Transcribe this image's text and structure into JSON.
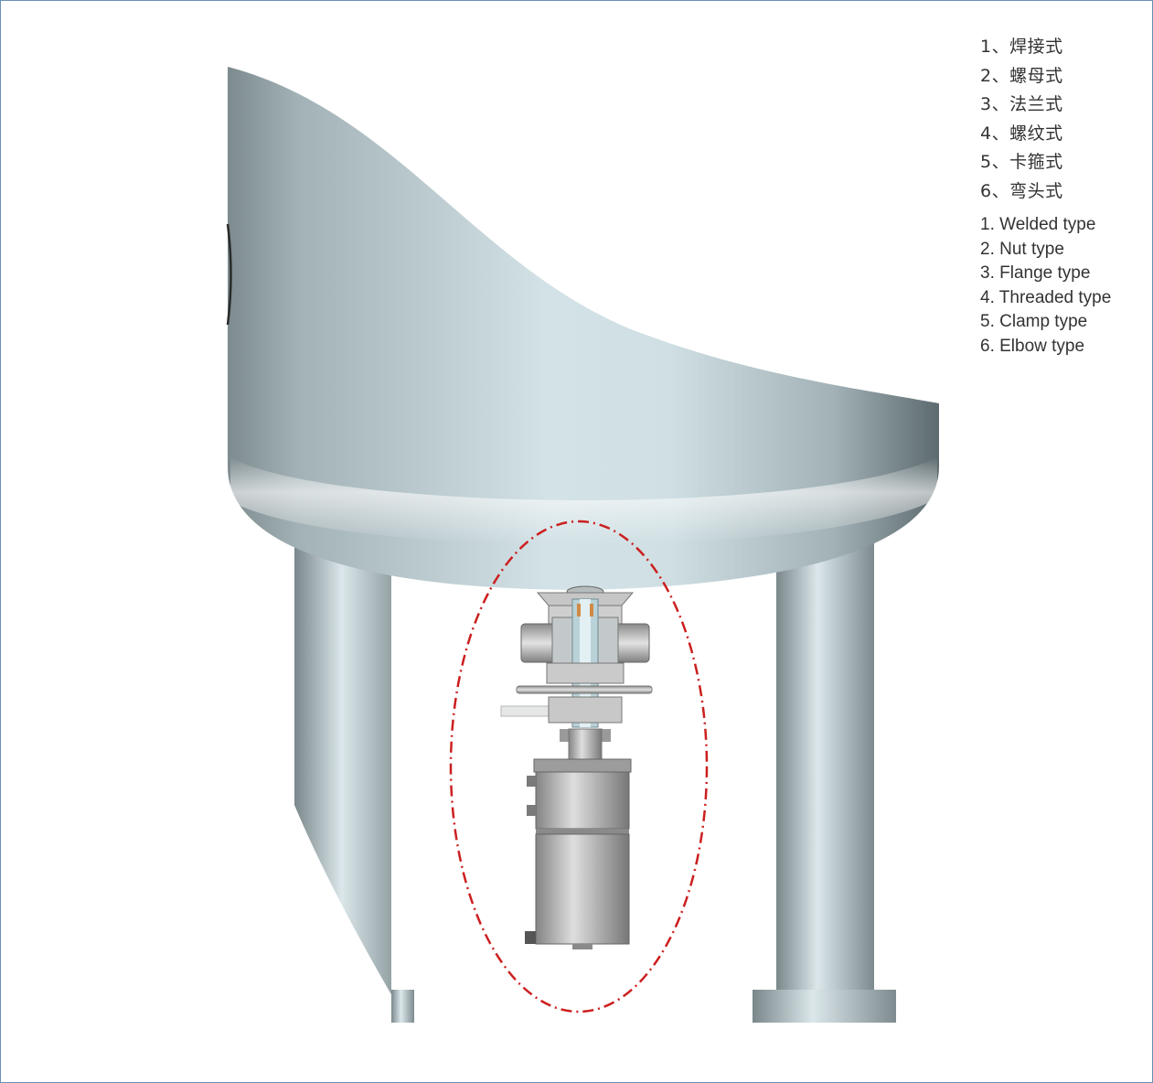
{
  "legend": {
    "chinese": [
      "1、焊接式",
      "2、螺母式",
      "3、法兰式",
      "4、螺纹式",
      "5、卡箍式",
      "6、弯头式"
    ],
    "english": [
      "1. Welded type",
      "2. Nut type",
      "3. Flange type",
      "4. Threaded type",
      "5. Clamp type",
      "6. Elbow type"
    ]
  },
  "colors": {
    "frame_border": "#6a8fb4",
    "highlight_ellipse": "#cc1f1f",
    "steel_dark": "#7c8a8e",
    "steel_light": "#d8e6ea"
  }
}
